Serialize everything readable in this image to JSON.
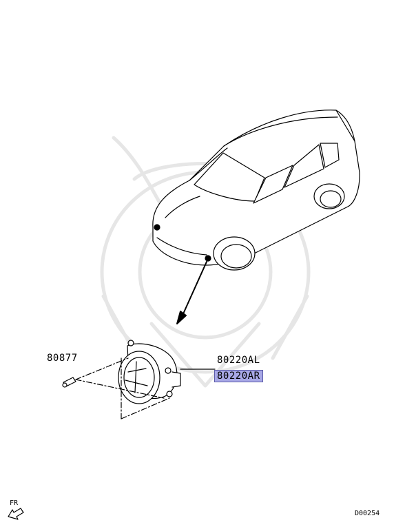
{
  "parts": {
    "screw": "80877",
    "fog_lamp_left": "80220AL",
    "fog_lamp_right": "80220AR"
  },
  "direction_marker": "FR",
  "diagram_code": "D00254",
  "highlight_color": "#a8a8e6"
}
